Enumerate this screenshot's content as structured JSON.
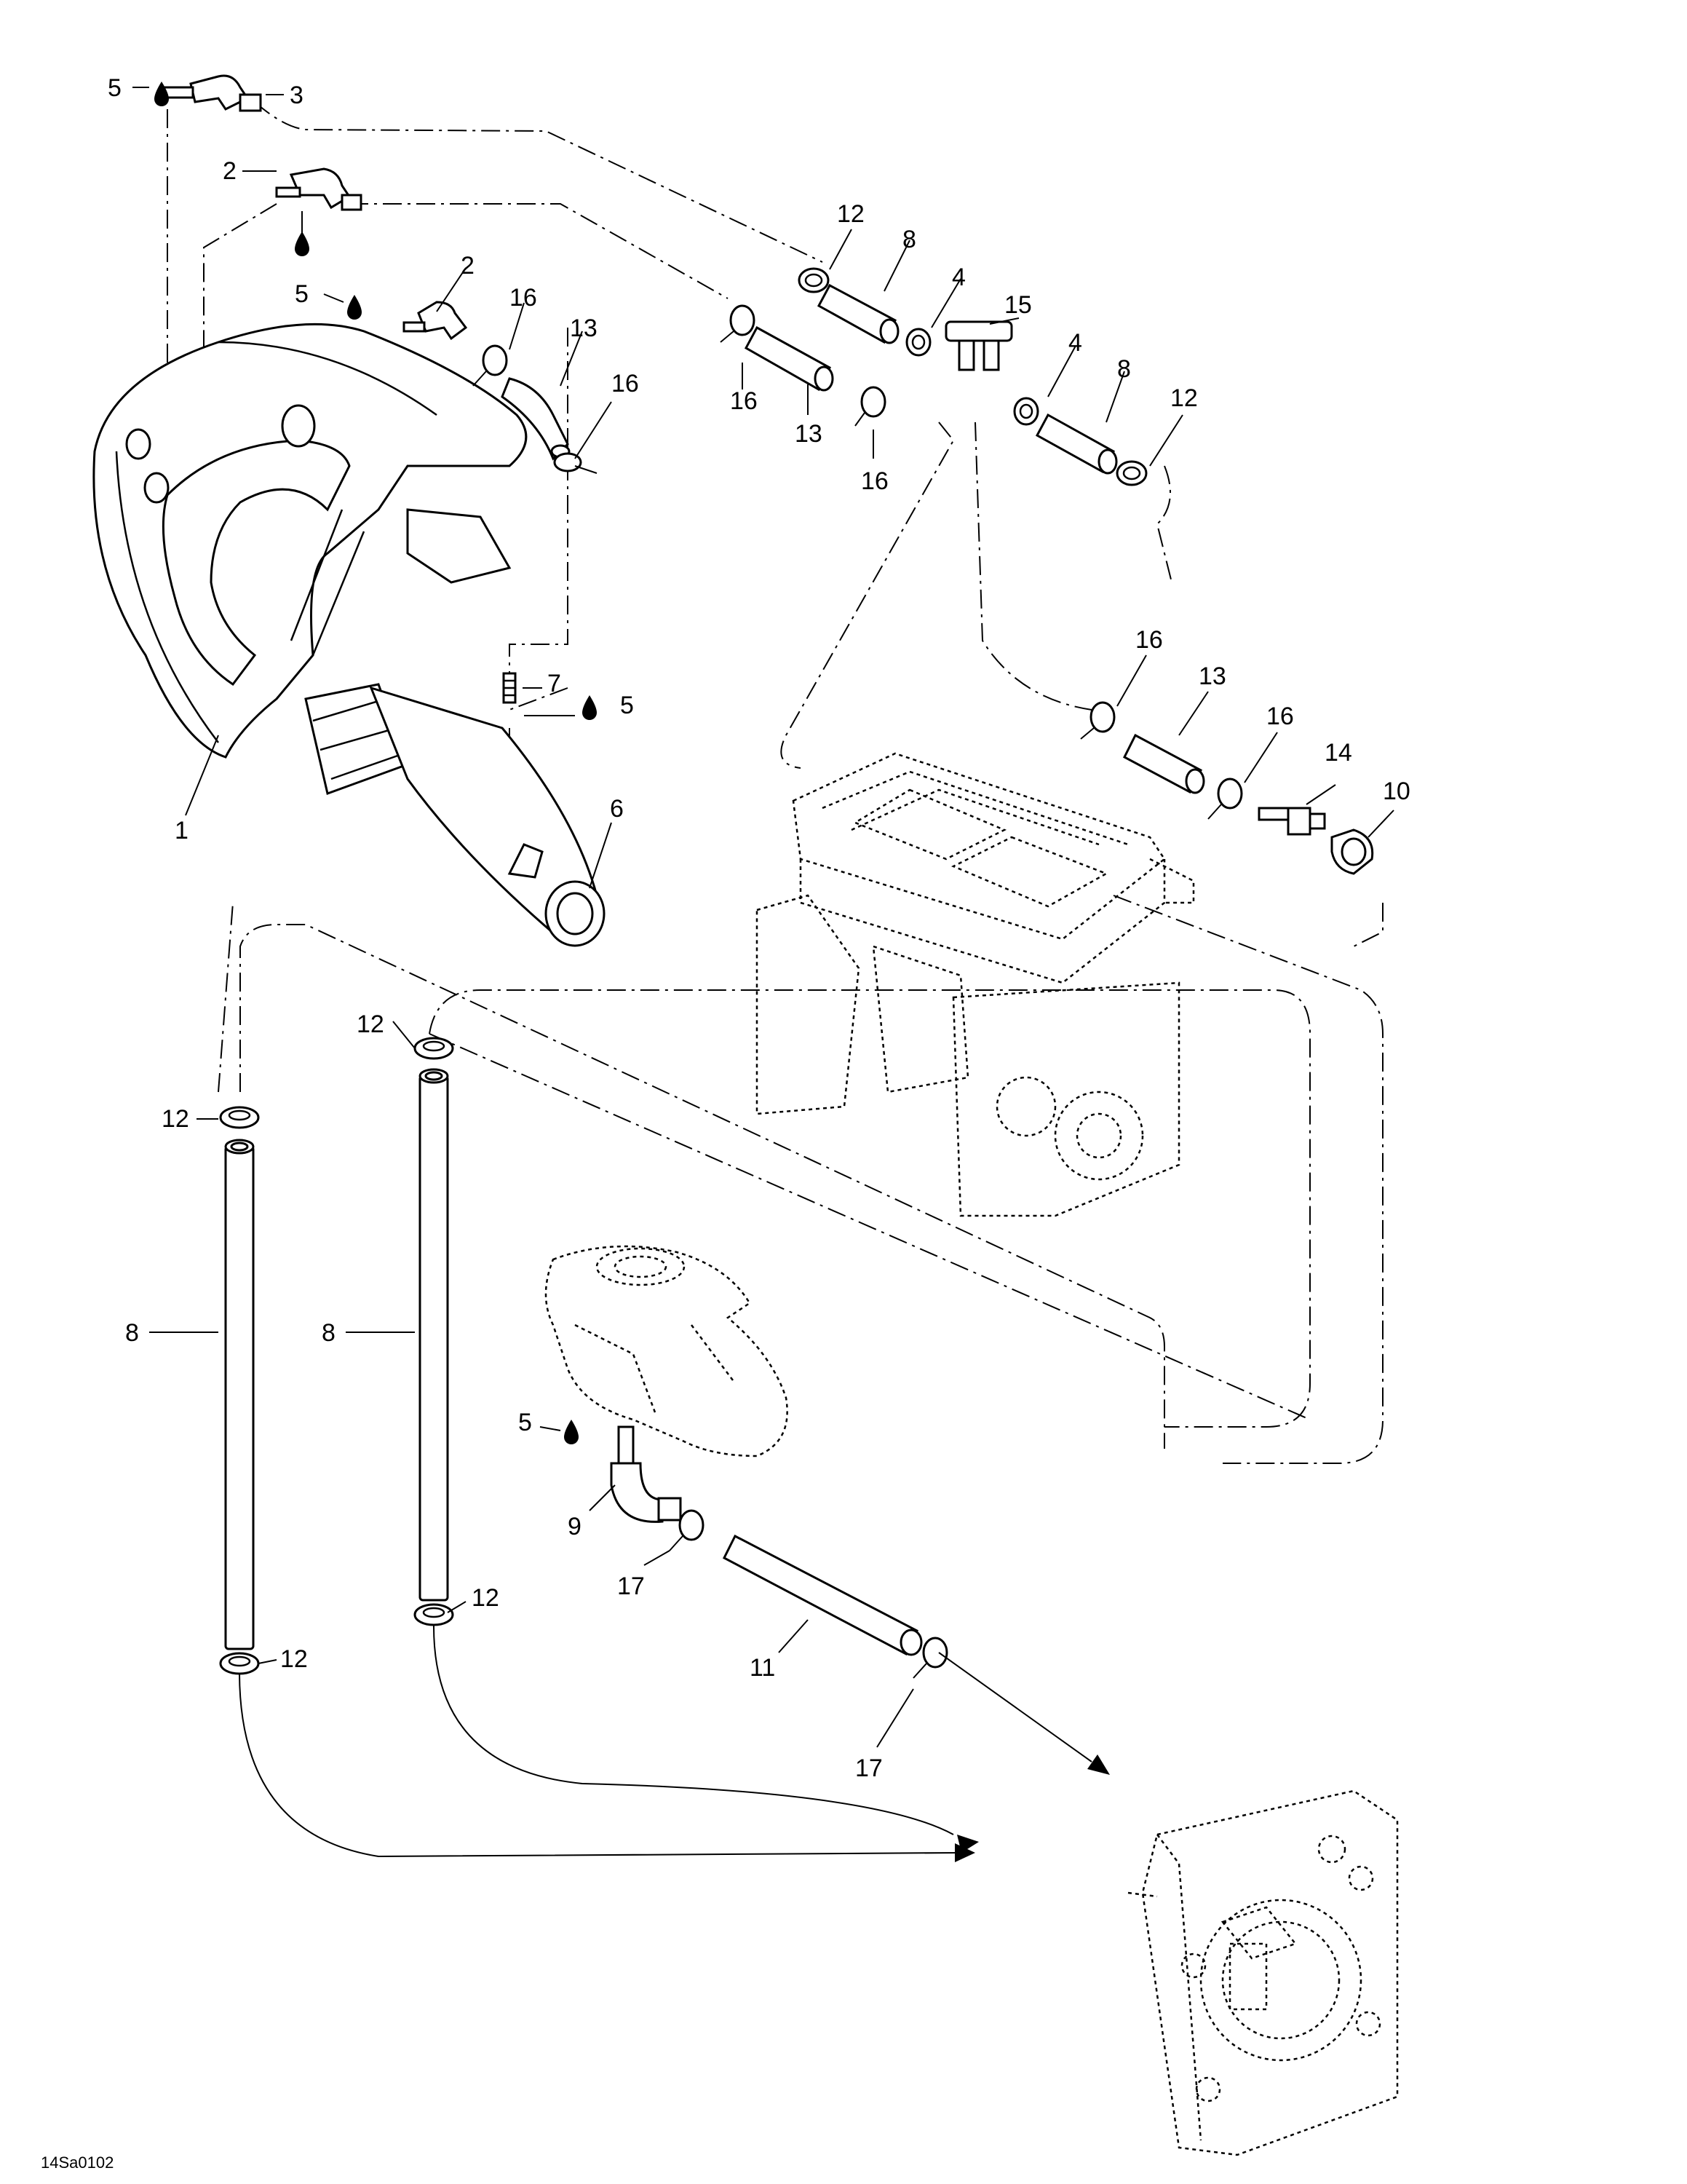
{
  "diagram": {
    "id_code": "14Sa0102",
    "callouts": [
      {
        "key": "c5a",
        "text": "5"
      },
      {
        "key": "c3",
        "text": "3"
      },
      {
        "key": "c2a",
        "text": "2"
      },
      {
        "key": "c5b",
        "text": "5"
      },
      {
        "key": "c2b",
        "text": "2"
      },
      {
        "key": "c16a",
        "text": "16"
      },
      {
        "key": "c13a",
        "text": "13"
      },
      {
        "key": "c16b",
        "text": "16"
      },
      {
        "key": "c12a",
        "text": "12"
      },
      {
        "key": "c8a",
        "text": "8"
      },
      {
        "key": "c4a",
        "text": "4"
      },
      {
        "key": "c15",
        "text": "15"
      },
      {
        "key": "c4b",
        "text": "4"
      },
      {
        "key": "c8b",
        "text": "8"
      },
      {
        "key": "c12b",
        "text": "12"
      },
      {
        "key": "c16c",
        "text": "16"
      },
      {
        "key": "c13b",
        "text": "13"
      },
      {
        "key": "c16d",
        "text": "16"
      },
      {
        "key": "c7",
        "text": "7"
      },
      {
        "key": "c5c",
        "text": "5"
      },
      {
        "key": "c1",
        "text": "1"
      },
      {
        "key": "c6",
        "text": "6"
      },
      {
        "key": "c16e",
        "text": "16"
      },
      {
        "key": "c13c",
        "text": "13"
      },
      {
        "key": "c16f",
        "text": "16"
      },
      {
        "key": "c14",
        "text": "14"
      },
      {
        "key": "c10",
        "text": "10"
      },
      {
        "key": "c12c",
        "text": "12"
      },
      {
        "key": "c12d",
        "text": "12"
      },
      {
        "key": "c8c",
        "text": "8"
      },
      {
        "key": "c8d",
        "text": "8"
      },
      {
        "key": "c5d",
        "text": "5"
      },
      {
        "key": "c9",
        "text": "9"
      },
      {
        "key": "c17a",
        "text": "17"
      },
      {
        "key": "c11",
        "text": "11"
      },
      {
        "key": "c12e",
        "text": "12"
      },
      {
        "key": "c12f",
        "text": "12"
      },
      {
        "key": "c17b",
        "text": "17"
      }
    ]
  }
}
